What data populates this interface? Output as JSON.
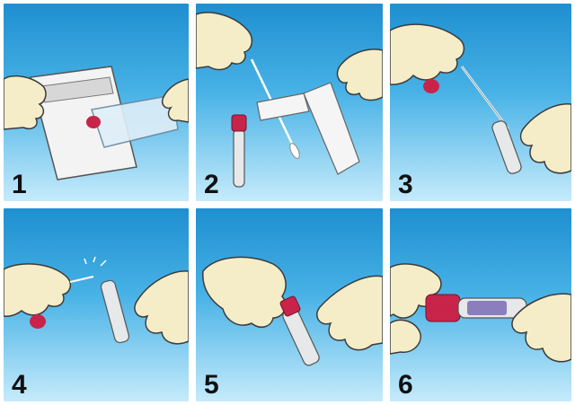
{
  "steps": [
    {
      "number": "1"
    },
    {
      "number": "2"
    },
    {
      "number": "3"
    },
    {
      "number": "4"
    },
    {
      "number": "5"
    },
    {
      "number": "6"
    }
  ],
  "colors": {
    "sky_top": "#1e8fd0",
    "sky_bottom": "#c6ebfb",
    "glove": "#f5edc8",
    "glove_outline": "#3b3b3b",
    "cap_red": "#c8244a",
    "tube_body": "#e6e8ea",
    "swab_label_purple": "#7a6bb5"
  },
  "icons": [
    "glove-hand-icon",
    "swab-package-icon",
    "swab-icon",
    "collection-tube-icon",
    "tube-cap-icon"
  ]
}
